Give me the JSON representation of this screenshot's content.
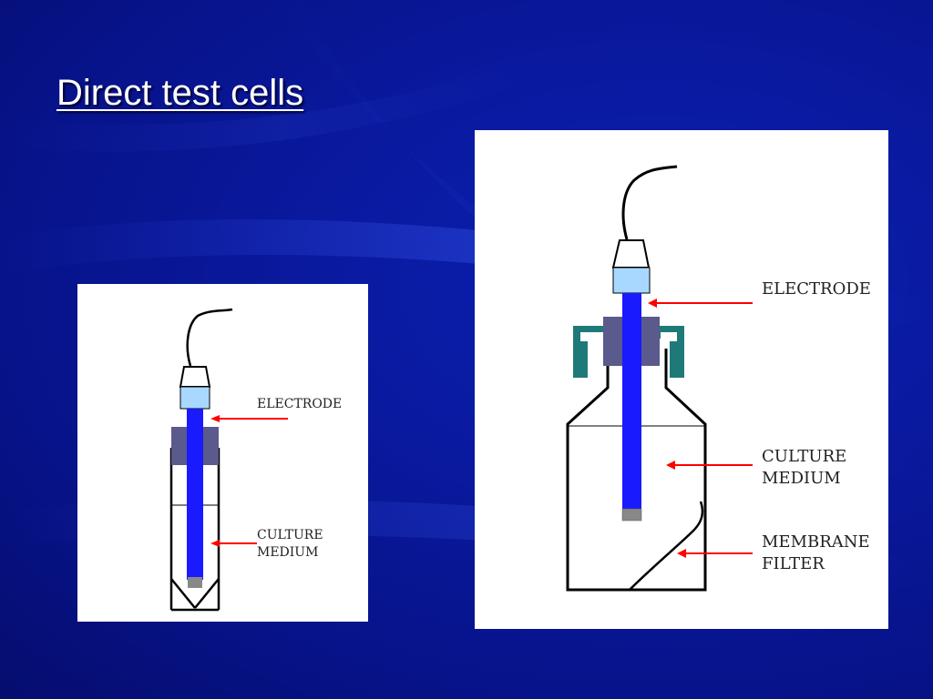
{
  "slide": {
    "title": "Direct test cells"
  },
  "diagram_small": {
    "labels": {
      "electrode": "ELECTRODE",
      "culture_line1": "CULTURE",
      "culture_line2": "MEDIUM"
    }
  },
  "diagram_large": {
    "labels": {
      "electrode": "ELECTRODE",
      "culture_line1": "CULTURE",
      "culture_line2": "MEDIUM",
      "membrane_line1": "MEMBRANE",
      "membrane_line2": "FILTER"
    }
  },
  "colors": {
    "background": "#0a1aa0",
    "electrode_rod": "#1a1aff",
    "electrode_cap": "#a8d8ff",
    "stopper": "#5a5a8c",
    "clamp": "#1e7a78",
    "arrow": "#ff0000"
  },
  "icons": [
    "electrode-icon",
    "culture-vessel-icon",
    "membrane-filter-icon"
  ]
}
